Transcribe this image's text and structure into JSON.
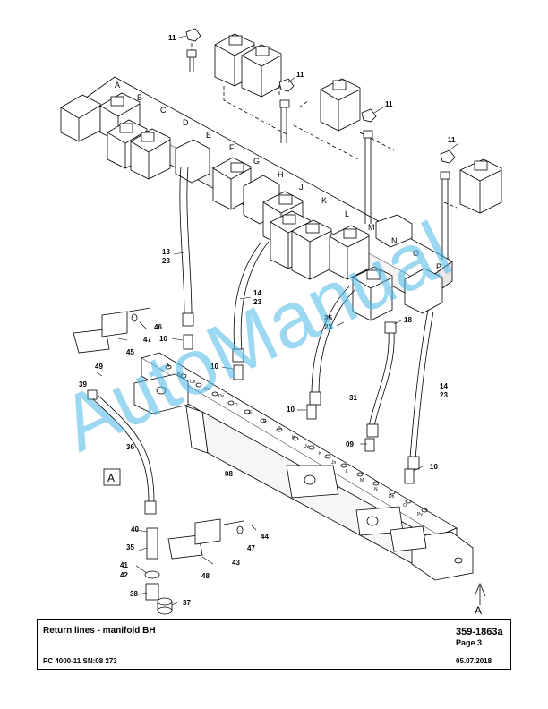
{
  "watermark": "AutoManual",
  "view_marker": "A",
  "manifold_letters": [
    "A",
    "B",
    "C",
    "D",
    "E",
    "F",
    "G",
    "H",
    "J",
    "K",
    "L",
    "M",
    "N",
    "O",
    "P"
  ],
  "rail_port_letters": [
    "A",
    "Bv",
    "Cn",
    "Cv",
    "Dv",
    "D",
    "E",
    "F",
    "G",
    "H",
    "Jv",
    "K",
    "Jn",
    "L",
    "M",
    "N",
    "Dn",
    "O",
    "Pv"
  ],
  "part_numbers": {
    "p11": "11",
    "p13": "13",
    "p23": "23",
    "p14": "14",
    "p25": "25",
    "p10": "10",
    "p18": "18",
    "p46": "46",
    "p47": "47",
    "p49": "49",
    "p45": "45",
    "p39": "39",
    "p36": "36",
    "p31": "31",
    "p09": "09",
    "p08": "08",
    "p40": "40",
    "p35": "35",
    "p41": "41",
    "p42": "42",
    "p38": "38",
    "p37": "37",
    "p44": "44",
    "p43": "43",
    "p48": "48"
  },
  "title_block": {
    "title": "Return lines - manifold BH",
    "doc_number": "359-1863a",
    "page": "Page 3",
    "model": "PC 4000-11 SN:08 273",
    "date": "05.07.2018"
  }
}
